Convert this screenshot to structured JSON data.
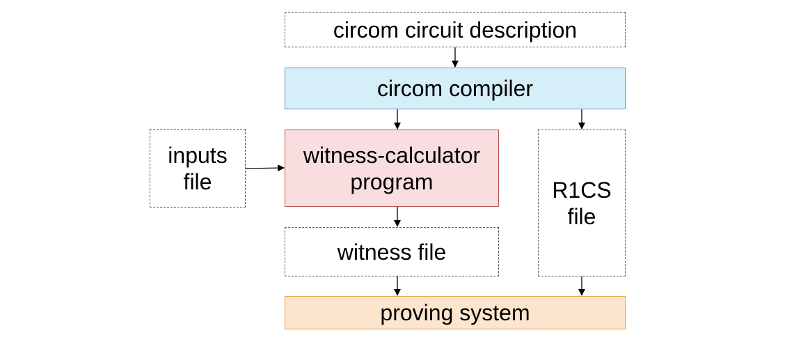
{
  "diagram": {
    "nodes": {
      "circuit_description": {
        "label": "circom circuit description"
      },
      "compiler": {
        "label": "circom compiler",
        "fill": "#d5eef8"
      },
      "witness_calculator": {
        "line1": "witness-calculator",
        "line2": "program",
        "fill": "#f8dede"
      },
      "inputs_file": {
        "line1": "inputs",
        "line2": "file"
      },
      "r1cs_file": {
        "line1": "R1CS",
        "line2": "file"
      },
      "witness_file": {
        "label": "witness file"
      },
      "proving_system": {
        "label": "proving system",
        "fill": "#fbe5cd"
      }
    },
    "edges": [
      {
        "from": "circuit_description",
        "to": "compiler"
      },
      {
        "from": "compiler",
        "to": "witness_calculator"
      },
      {
        "from": "compiler",
        "to": "r1cs_file"
      },
      {
        "from": "inputs_file",
        "to": "witness_calculator"
      },
      {
        "from": "witness_calculator",
        "to": "witness_file"
      },
      {
        "from": "witness_file",
        "to": "proving_system"
      },
      {
        "from": "r1cs_file",
        "to": "proving_system"
      }
    ]
  }
}
